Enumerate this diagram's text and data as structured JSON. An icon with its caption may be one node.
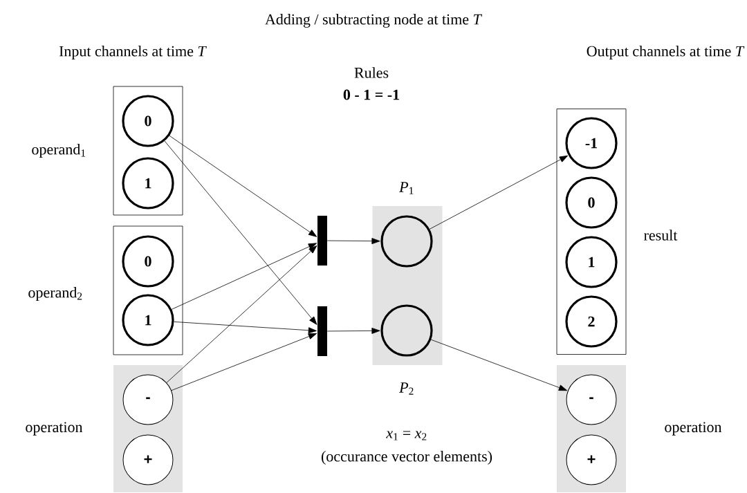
{
  "diagram": {
    "title": "Adding / subtracting node at time *T*",
    "nodes": [
      {
        "text": [],
        "shape": "box",
        "beside": [
          "operand$_{1}$"
        ]
      },
      {
        "text": [
          "0"
        ],
        "in": 0
      },
      {
        "text": [
          "1"
        ],
        "in": 0
      },
      {
        "text": [],
        "shape": "box",
        "beside": [
          "operand$_{2}$"
        ]
      },
      {
        "text": [
          "0"
        ],
        "in": 3
      },
      {
        "text": [
          "1"
        ],
        "in": 3
      },
      {
        "text": [],
        "shape": "box",
        "beside": [
          "operation"
        ]
      },
      {
        "text": [
          "-"
        ],
        "in": 6
      },
      {
        "text": [
          "+"
        ],
        "in": 6
      },
      {
        "text": [],
        "shape": "bar"
      },
      {
        "text": [],
        "shape": "bar"
      },
      {
        "text": [],
        "shape": "box"
      },
      {
        "text": [],
        "shape": "circle",
        "in": 11,
        "beside": [
          "*P*$_{1}$"
        ]
      },
      {
        "text": [],
        "shape": "circle",
        "in": 11,
        "beside": [
          "*P*$_{2}$"
        ]
      },
      {
        "text": [],
        "shape": "box",
        "beside": [
          "result"
        ]
      },
      {
        "text": [
          "-1"
        ],
        "in": 14
      },
      {
        "text": [
          "0"
        ],
        "in": 14
      },
      {
        "text": [
          "1"
        ],
        "in": 14
      },
      {
        "text": [
          "2"
        ],
        "in": 14
      },
      {
        "text": [],
        "shape": "box",
        "beside": [
          "operation"
        ]
      },
      {
        "text": [
          "-"
        ],
        "in": 19
      },
      {
        "text": [
          "+"
        ],
        "in": 19
      }
    ],
    "edges": [
      {
        "from": 1,
        "to": 9,
        "arrow": "to"
      },
      {
        "from": 1,
        "to": 10,
        "arrow": "to"
      },
      {
        "from": 5,
        "to": 9,
        "arrow": "to"
      },
      {
        "from": 5,
        "to": 10,
        "arrow": "to"
      },
      {
        "from": 7,
        "to": 9,
        "arrow": "to"
      },
      {
        "from": 7,
        "to": 10,
        "arrow": "to"
      },
      {
        "from": 9,
        "to": 12,
        "arrow": "to"
      },
      {
        "from": 10,
        "to": 13,
        "arrow": "to"
      },
      {
        "from": 12,
        "to": 15,
        "arrow": "to"
      },
      {
        "from": 13,
        "to": 20,
        "arrow": "to"
      }
    ],
    "labels": [
      "Input channels at time *T*",
      "Output channels at time *T*",
      "Rules",
      "0 - 1 = -1",
      "*x*$_{1}$ = *x*$_{2}$",
      "(occurance vector elements)"
    ]
  }
}
